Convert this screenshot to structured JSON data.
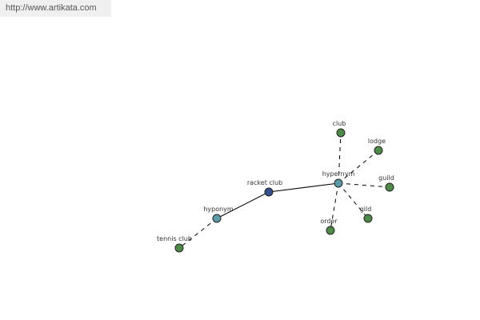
{
  "banner": {
    "url": "http://www.artikata.com"
  },
  "colors": {
    "focus_node": "#33508a",
    "relation_node": "#5b9aa6",
    "leaf_node": "#4f8a4a",
    "edge": "#000000"
  },
  "nodes": [
    {
      "id": "racket-club",
      "label": "racket club",
      "kind": "focus"
    },
    {
      "id": "hyponym",
      "label": "hyponym",
      "kind": "relation"
    },
    {
      "id": "hypernym",
      "label": "hypernym",
      "kind": "relation"
    },
    {
      "id": "tennis-club",
      "label": "tennis club",
      "kind": "leaf"
    },
    {
      "id": "club",
      "label": "club",
      "kind": "leaf"
    },
    {
      "id": "lodge",
      "label": "lodge",
      "kind": "leaf"
    },
    {
      "id": "guild",
      "label": "guild",
      "kind": "leaf"
    },
    {
      "id": "gild",
      "label": "gild",
      "kind": "leaf"
    },
    {
      "id": "order",
      "label": "order",
      "kind": "leaf"
    }
  ],
  "edges": [
    {
      "from": "racket-club",
      "to": "hyponym",
      "style": "solid"
    },
    {
      "from": "racket-club",
      "to": "hypernym",
      "style": "solid"
    },
    {
      "from": "hyponym",
      "to": "tennis-club",
      "style": "dashed"
    },
    {
      "from": "hypernym",
      "to": "club",
      "style": "dashed"
    },
    {
      "from": "hypernym",
      "to": "lodge",
      "style": "dashed"
    },
    {
      "from": "hypernym",
      "to": "guild",
      "style": "dashed"
    },
    {
      "from": "hypernym",
      "to": "gild",
      "style": "dashed"
    },
    {
      "from": "hypernym",
      "to": "order",
      "style": "dashed"
    }
  ]
}
